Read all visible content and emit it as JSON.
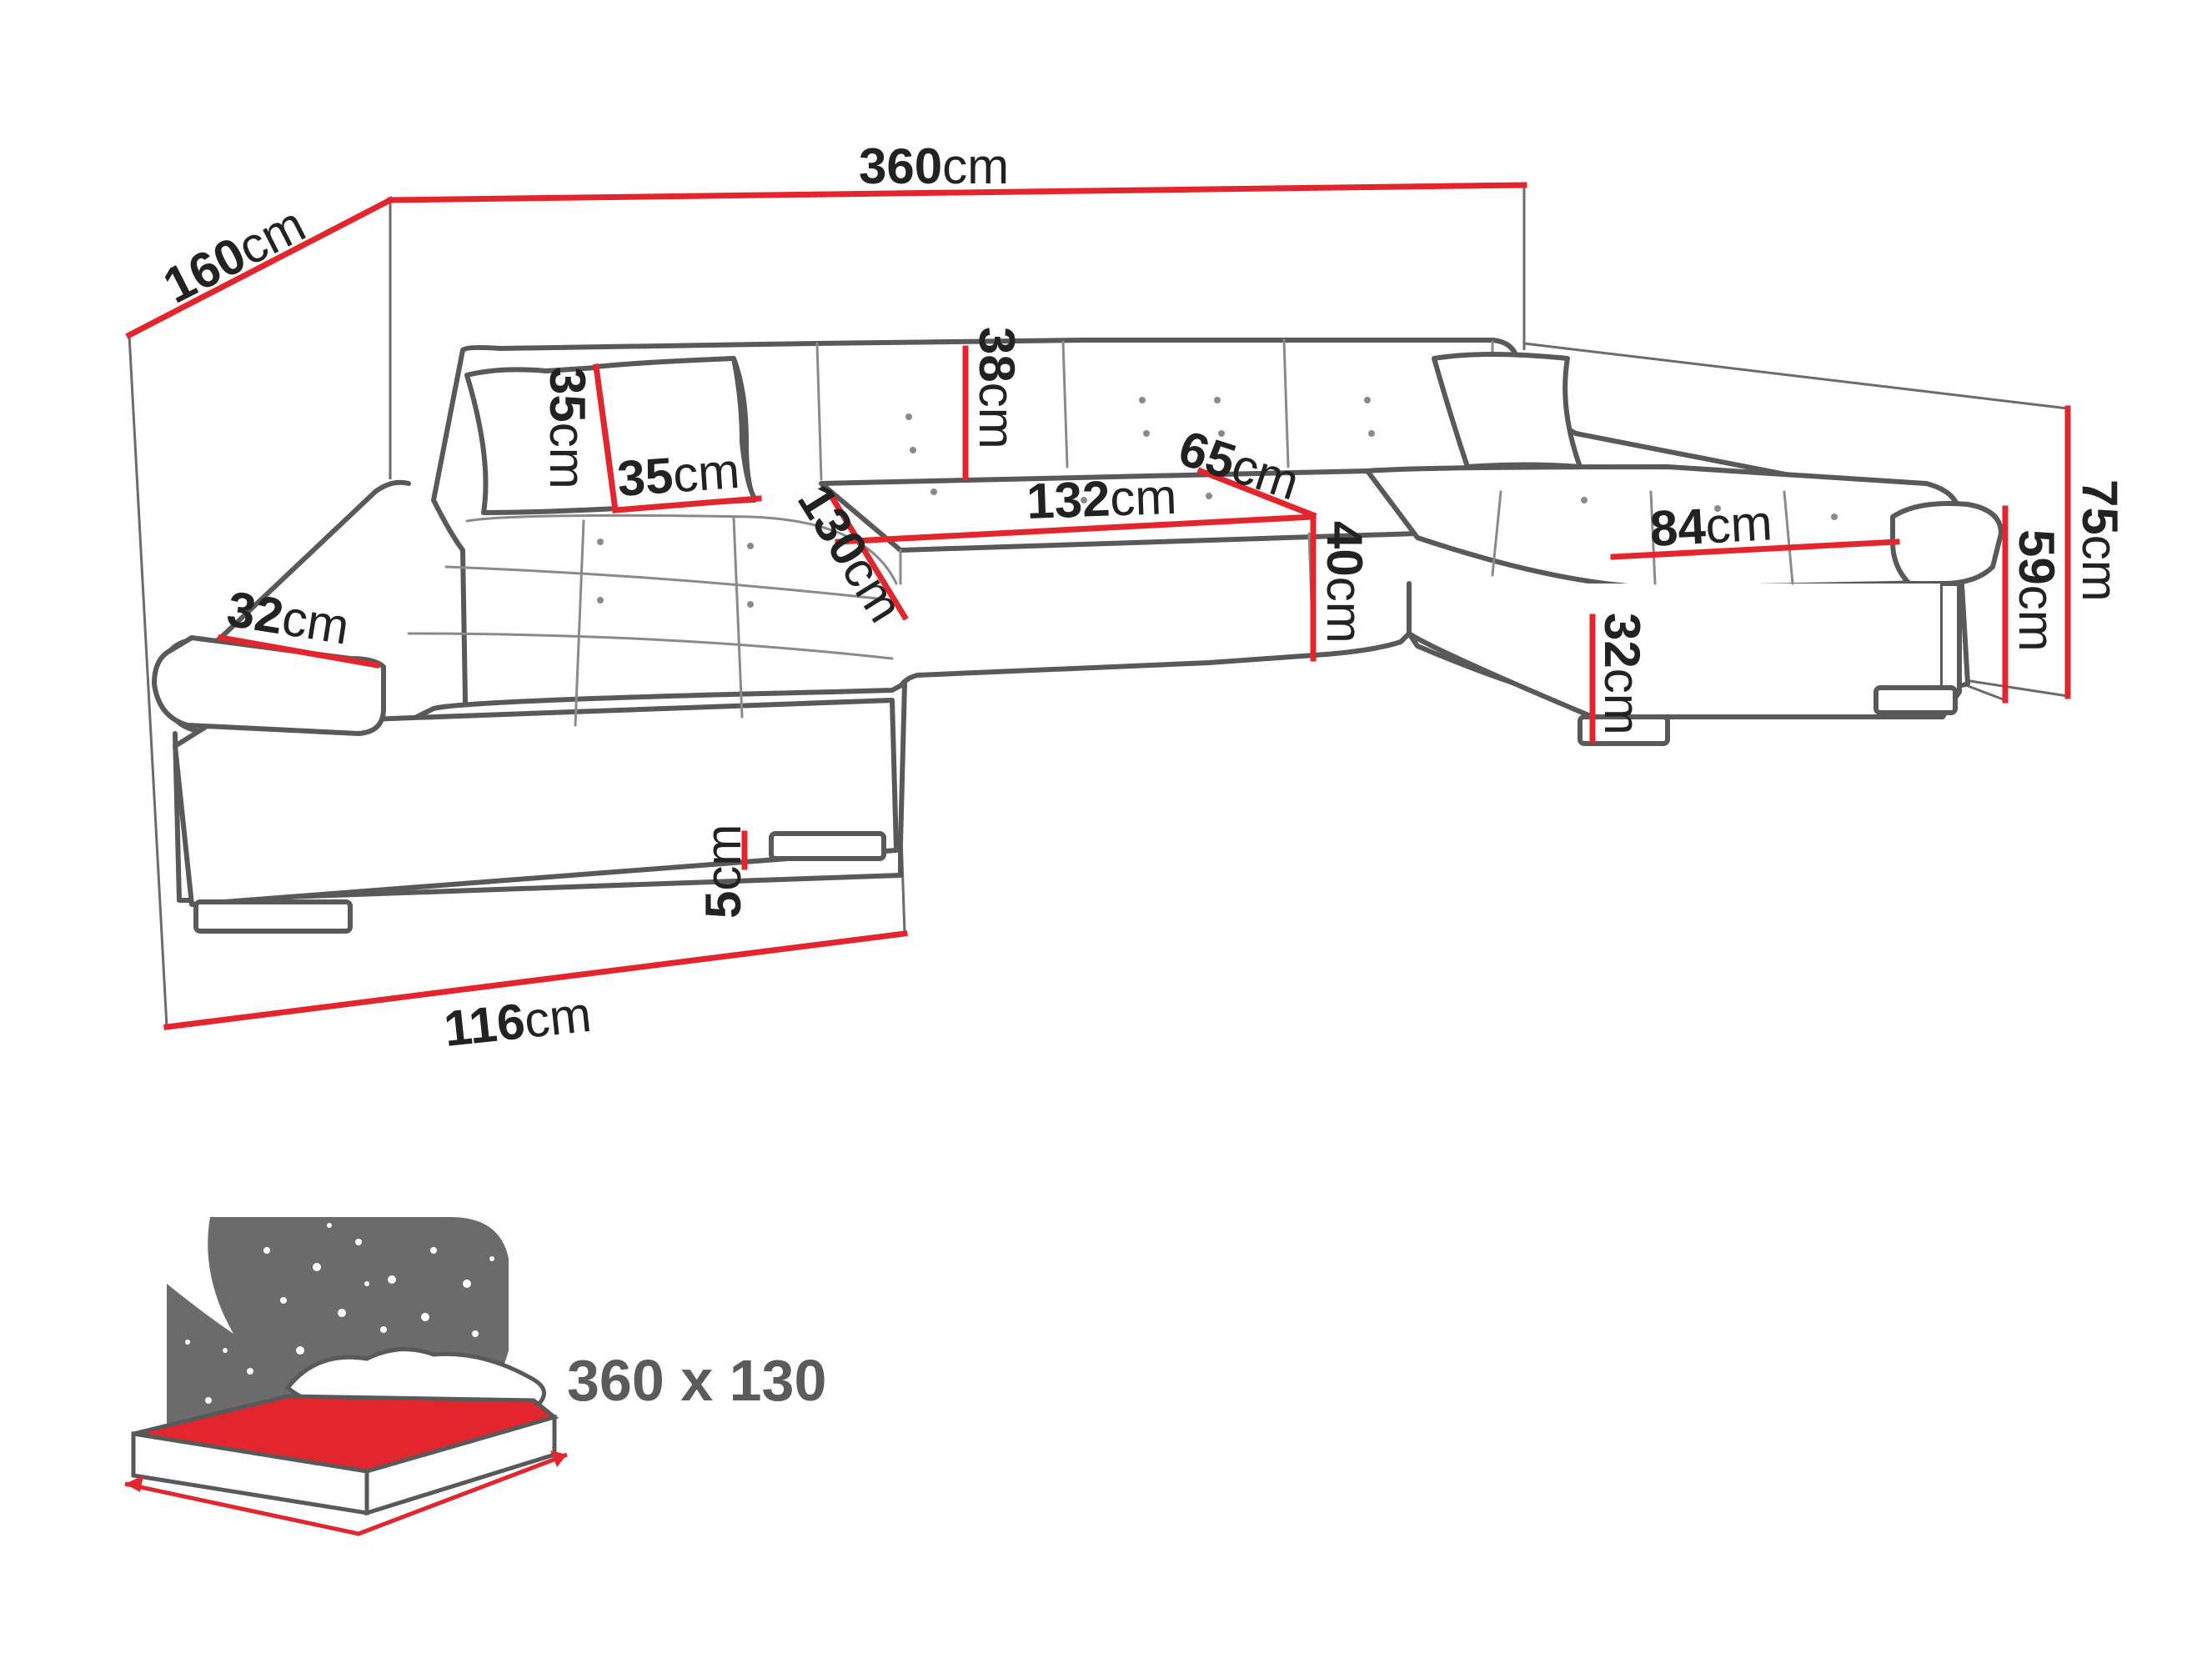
{
  "dimensions": {
    "total_width": {
      "value": "360",
      "unit": "cm"
    },
    "total_depth": {
      "value": "160",
      "unit": "cm"
    },
    "chaise_width": {
      "value": "116",
      "unit": "cm"
    },
    "back_height": {
      "value": "38",
      "unit": "cm"
    },
    "pillow_height": {
      "value": "35",
      "unit": "cm"
    },
    "pillow_width": {
      "value": "35",
      "unit": "cm"
    },
    "armrest_width_left": {
      "value": "32",
      "unit": "cm"
    },
    "chaise_length": {
      "value": "130",
      "unit": "cm"
    },
    "seat_width_center": {
      "value": "132",
      "unit": "cm"
    },
    "seat_depth": {
      "value": "65",
      "unit": "cm"
    },
    "seat_height": {
      "value": "40",
      "unit": "cm"
    },
    "right_seat_width": {
      "value": "84",
      "unit": "cm"
    },
    "right_base_height": {
      "value": "32",
      "unit": "cm"
    },
    "armrest_height": {
      "value": "59",
      "unit": "cm"
    },
    "overall_height": {
      "value": "75",
      "unit": "cm"
    },
    "leg_height": {
      "value": "5",
      "unit": "cm"
    }
  },
  "sleeping_area": {
    "label": "360 x 130",
    "bed_color": "#e3262d",
    "night_color": "#6b6b6b"
  },
  "colors": {
    "dimension_line": "#e3262d",
    "outline": "#595959"
  }
}
